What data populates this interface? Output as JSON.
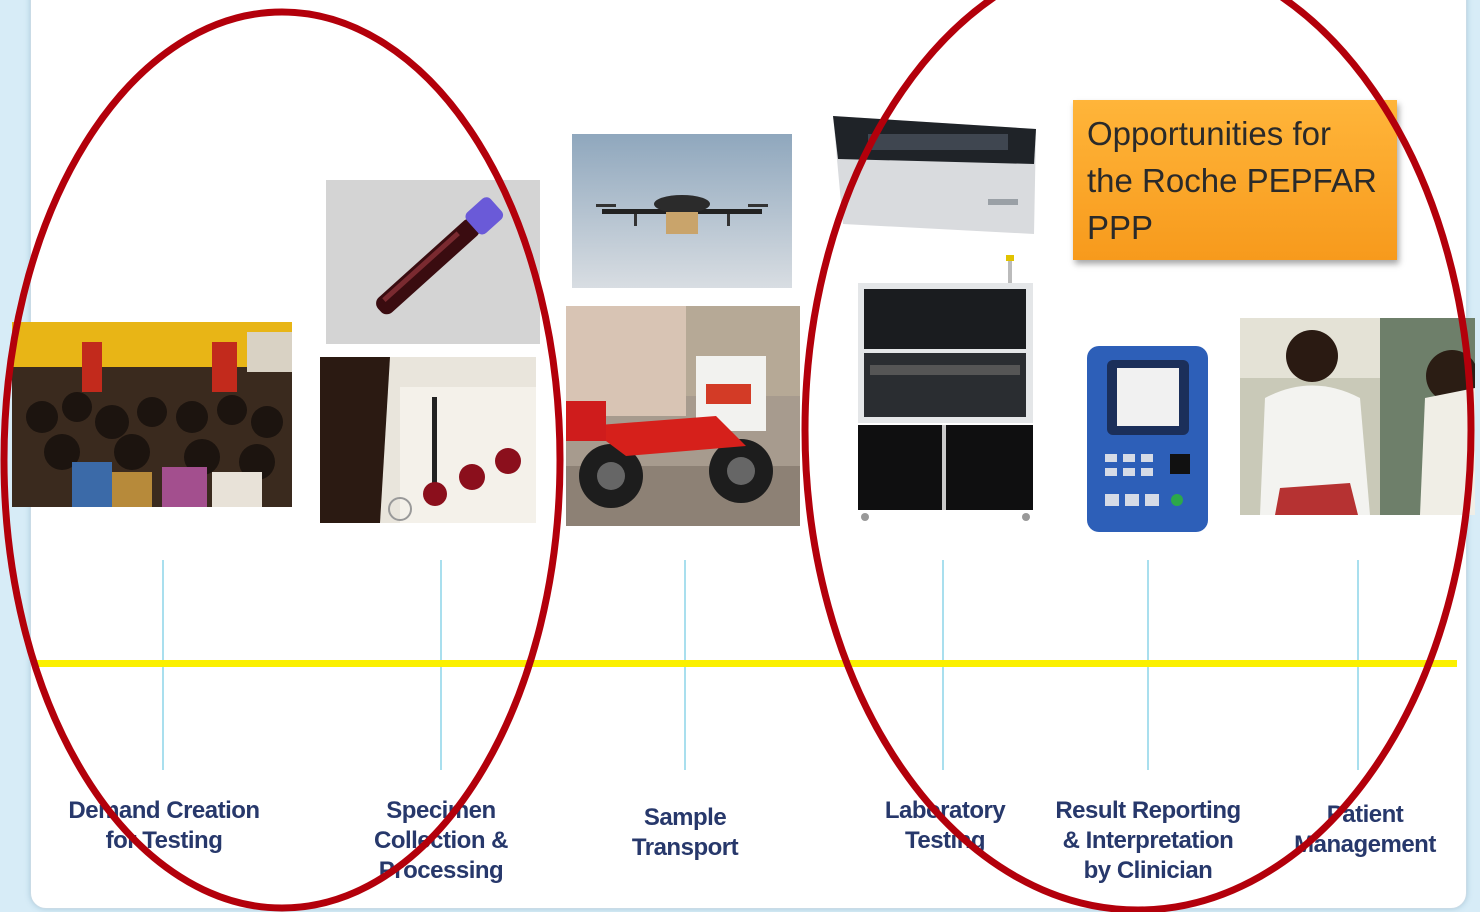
{
  "callout": {
    "text": "Opportunities for the Roche PEPFAR PPP"
  },
  "stages": [
    {
      "label": "Demand Creation for Testing"
    },
    {
      "label": "Specimen Collection & Processing"
    },
    {
      "label": "Sample Transport"
    },
    {
      "label": "Laboratory Testing"
    },
    {
      "label": "Result Reporting & Interpretation by Clinician"
    },
    {
      "label": "Patient Management"
    }
  ],
  "images": [
    {
      "icon": "crowd-photo"
    },
    {
      "icon": "blood-tube-photo"
    },
    {
      "icon": "dried-blood-spot-photo"
    },
    {
      "icon": "delivery-drone-photo"
    },
    {
      "icon": "motorcycle-courier-photo"
    },
    {
      "icon": "lab-analyzer-top-photo"
    },
    {
      "icon": "lab-analyzer-photo"
    },
    {
      "icon": "result-printer-device-photo"
    },
    {
      "icon": "clinician-patient-photo"
    }
  ],
  "colors": {
    "timeline": "#fbf000",
    "oval": "#b3000b",
    "callout": "#f7a128",
    "label": "#27386b",
    "tick": "#a9dfee"
  }
}
